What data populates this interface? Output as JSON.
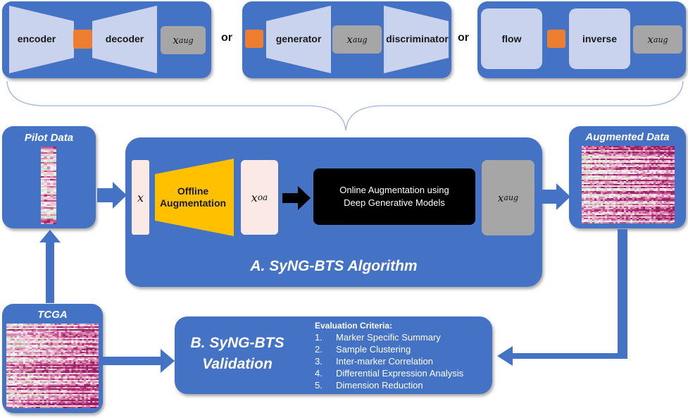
{
  "top": {
    "model1": {
      "left": "encoder",
      "right": "decoder",
      "out": "x",
      "out_sub": "aug"
    },
    "or1": "or",
    "model2": {
      "left": "generator",
      "mid": "x",
      "mid_sub": "aug",
      "right": "discriminator"
    },
    "or2": "or",
    "model3": {
      "left": "flow",
      "right": "inverse",
      "out": "x",
      "out_sub": "aug"
    }
  },
  "pilot": {
    "title": "Pilot Data"
  },
  "augmented": {
    "title": "Augmented Data"
  },
  "tcga": {
    "title": "TCGA"
  },
  "algorithm": {
    "x_label": "x",
    "offline": "Offline Augmentation",
    "xoa": "x",
    "xoa_sub": "oa",
    "online": "Online Augmentation using Deep Generative Models",
    "xaug": "x",
    "xaug_sub": "aug",
    "title": "A. SyNG-BTS Algorithm"
  },
  "validation": {
    "title": "B. SyNG-BTS Validation",
    "criteria_title": "Evaluation Criteria:",
    "criteria": [
      {
        "num": "1.",
        "text": "Marker Specific Summary"
      },
      {
        "num": "2.",
        "text": "Sample Clustering"
      },
      {
        "num": "3.",
        "text": "Inter-marker Correlation"
      },
      {
        "num": "4.",
        "text": "Differential Expression Analysis"
      },
      {
        "num": "5.",
        "text": "Dimension Reduction"
      }
    ]
  },
  "colors": {
    "box_blue": "#4472c4",
    "orange": "#ed7d31",
    "yellow": "#ffc000",
    "grey": "#a6a6a6",
    "lavender": "#c9d3ee",
    "black": "#000000"
  }
}
